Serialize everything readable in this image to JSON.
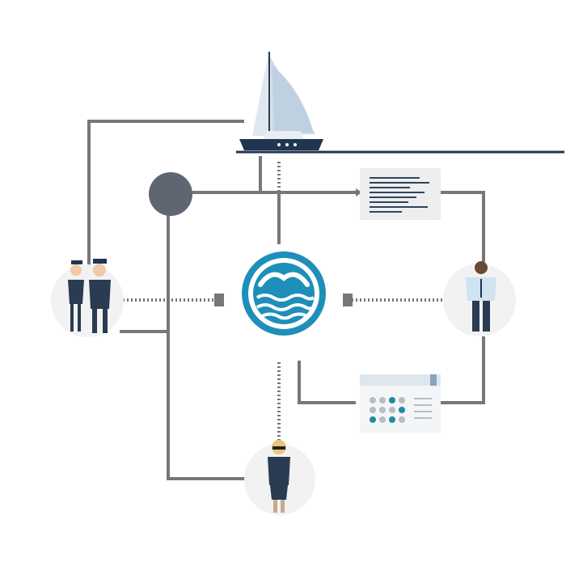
{
  "diagram": {
    "colors": {
      "connector": "#777777",
      "hub_blue": "#1e8fb8",
      "hub_white": "#ffffff",
      "node_bg": "#f2f2f2",
      "dot_gray": "#5e6672",
      "navy": "#1f3550",
      "document_bg": "#eeeeee",
      "calendar_header": "#dfe6ee",
      "calendar_teal": "#1f8c9c",
      "calendar_gray": "#b9bdc2"
    },
    "nodes": [
      {
        "id": "sailboat",
        "icon": "sailboat-icon"
      },
      {
        "id": "hub",
        "icon": "wave-logo-icon"
      },
      {
        "id": "crew-pair",
        "icon": "crew-pair-icon"
      },
      {
        "id": "officer",
        "icon": "officer-icon"
      },
      {
        "id": "captain",
        "icon": "captain-icon"
      },
      {
        "id": "document",
        "icon": "document-icon"
      },
      {
        "id": "calendar",
        "icon": "calendar-icon"
      },
      {
        "id": "status-dot",
        "icon": "circle-icon"
      }
    ]
  }
}
